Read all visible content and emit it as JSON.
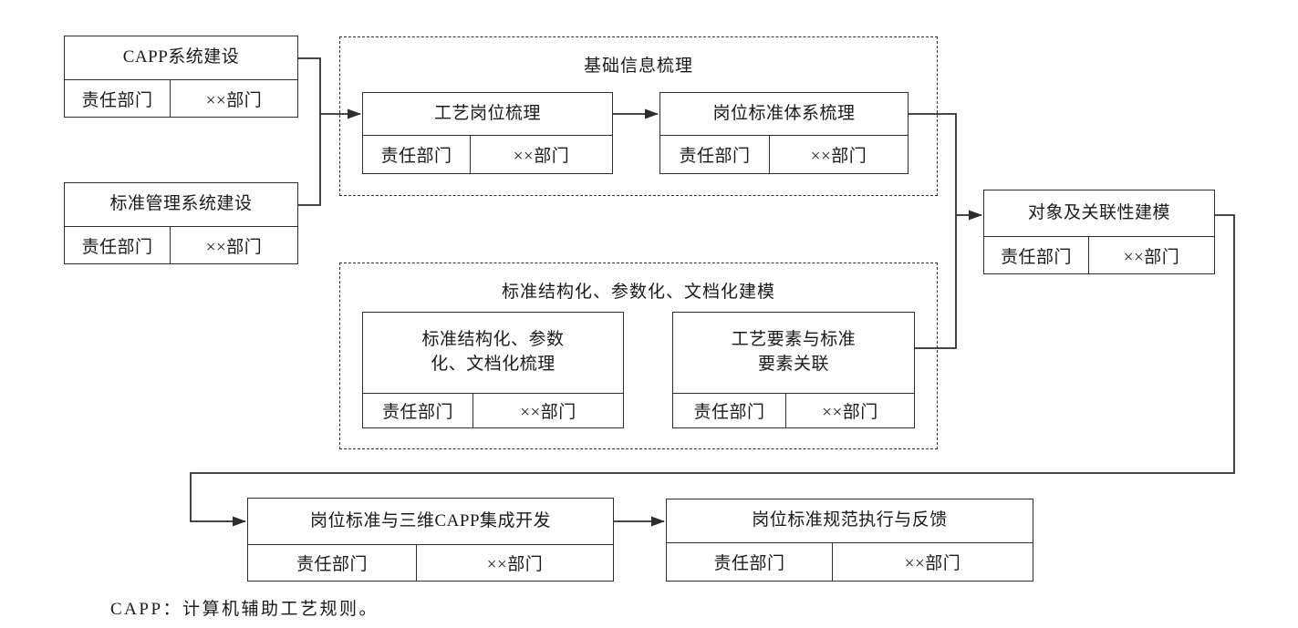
{
  "colors": {
    "line": "#2d2d2d",
    "text": "#1a1a1a",
    "background": "#ffffff"
  },
  "footnote": "CAPP：计算机辅助工艺规则。",
  "groups": {
    "basic_info": {
      "title": "基础信息梳理"
    },
    "std_modeling": {
      "title": "标准结构化、参数化、文档化建模"
    }
  },
  "boxes": {
    "capp_system": {
      "title": "CAPP系统建设",
      "dept_label": "责任部门",
      "dept_value": "××部门"
    },
    "std_mgmt_system": {
      "title": "标准管理系统建设",
      "dept_label": "责任部门",
      "dept_value": "××部门"
    },
    "process_post": {
      "title": "工艺岗位梳理",
      "dept_label": "责任部门",
      "dept_value": "××部门"
    },
    "post_std_system": {
      "title": "岗位标准体系梳理",
      "dept_label": "责任部门",
      "dept_value": "××部门"
    },
    "std_structuring": {
      "title": "标准结构化、参数\n化、文档化梳理",
      "dept_label": "责任部门",
      "dept_value": "××部门"
    },
    "element_link": {
      "title": "工艺要素与标准\n要素关联",
      "dept_label": "责任部门",
      "dept_value": "××部门"
    },
    "object_modeling": {
      "title": "对象及关联性建模",
      "dept_label": "责任部门",
      "dept_value": "××部门"
    },
    "capp_integration": {
      "title": "岗位标准与三维CAPP集成开发",
      "dept_label": "责任部门",
      "dept_value": "××部门"
    },
    "std_execution": {
      "title": "岗位标准规范执行与反馈",
      "dept_label": "责任部门",
      "dept_value": "××部门"
    }
  }
}
